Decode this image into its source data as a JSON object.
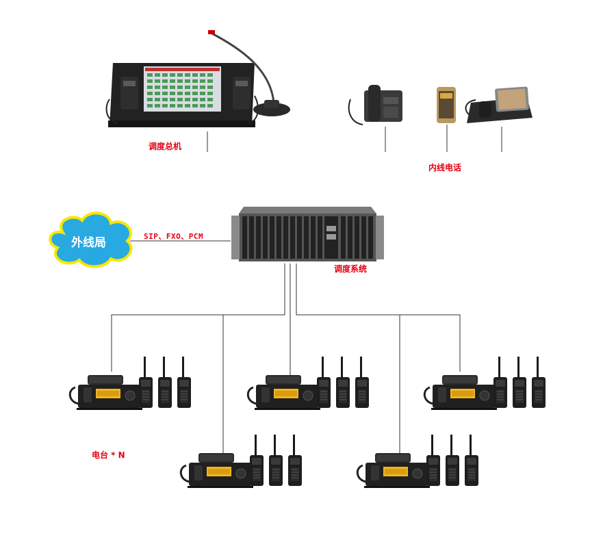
{
  "labels": {
    "console": "调度总机",
    "internal_phone": "内线电话",
    "outside_line": "外线局",
    "protocols": "SIP、FXO、PCM",
    "dispatch_system": "调度系统",
    "radio_count": "电台 * N"
  },
  "colors": {
    "label_red": "#e60012",
    "cloud_blue": "#29a9e1",
    "cloud_yellow": "#f7e700",
    "line": "#333333"
  },
  "icons": {
    "console": "dispatch-console-icon",
    "desk_phone": "desk-phone-icon",
    "mobile_phone": "mobile-phone-icon",
    "video_phone": "video-phone-icon",
    "rack": "rack-server-icon",
    "radio": "radio-station-icon",
    "walkie": "walkie-talkie-icon"
  }
}
